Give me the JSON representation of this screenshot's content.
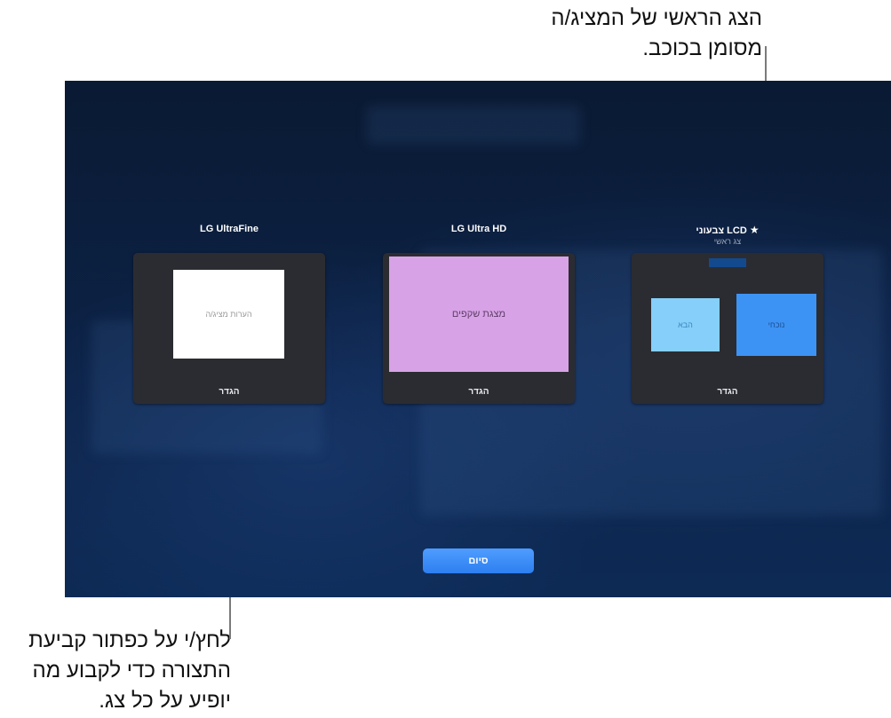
{
  "callouts": {
    "top": {
      "line1": "הצג הראשי של המציג/ה",
      "line2": "מסומן בכוכב."
    },
    "bottom": {
      "line1": "לחץ/י על כפתור קביעת",
      "line2": "התצורה כדי לקבוע מה",
      "line3": "יופיע על כל צג."
    }
  },
  "displays": [
    {
      "title": "LG UltraFine",
      "setup_label": "הגדר",
      "preview": {
        "slide_label": "הערות מציג/ה",
        "color": "#ffffff"
      }
    },
    {
      "title": "LG Ultra HD",
      "setup_label": "הגדר",
      "preview": {
        "slide_label": "מצגת שקפים",
        "color": "#d7a3e6"
      }
    },
    {
      "title": "LCD צבעוני",
      "subtitle": "צג ראשי",
      "is_primary": true,
      "setup_label": "הגדר",
      "preview": {
        "next_label": "הבא",
        "current_label": "נוכחי",
        "next_color": "#85cffa",
        "current_color": "#3d93f4"
      }
    }
  ],
  "icons": {
    "primary_marker": "star-icon"
  },
  "done_label": "סיום",
  "colors": {
    "accent": "#2d7ff0",
    "background": "#0c2246",
    "card": "#2b2c31"
  }
}
